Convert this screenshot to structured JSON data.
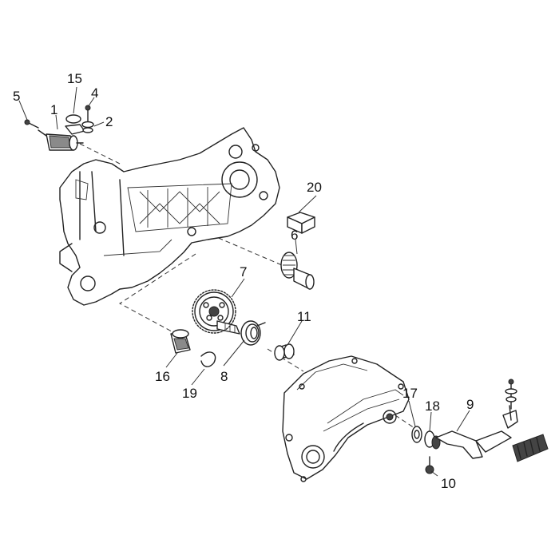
{
  "diagram": {
    "type": "exploded-parts-diagram",
    "callouts": [
      {
        "id": "p1",
        "label": "1"
      },
      {
        "id": "p2",
        "label": "2"
      },
      {
        "id": "p4",
        "label": "4"
      },
      {
        "id": "p5",
        "label": "5"
      },
      {
        "id": "p6",
        "label": "6"
      },
      {
        "id": "p7",
        "label": "7"
      },
      {
        "id": "p8",
        "label": "8"
      },
      {
        "id": "p9",
        "label": "9"
      },
      {
        "id": "p10",
        "label": "10"
      },
      {
        "id": "p11",
        "label": "11"
      },
      {
        "id": "p15",
        "label": "15"
      },
      {
        "id": "p16",
        "label": "16"
      },
      {
        "id": "p17",
        "label": "17"
      },
      {
        "id": "p18",
        "label": "18"
      },
      {
        "id": "p19",
        "label": "19"
      },
      {
        "id": "p20",
        "label": "20"
      }
    ],
    "components": [
      {
        "name": "starter-motor-icon"
      },
      {
        "name": "crankcase-icon"
      },
      {
        "name": "starter-gear-icon"
      },
      {
        "name": "kick-starter-cover-icon"
      },
      {
        "name": "kick-lever-icon"
      },
      {
        "name": "spring-icon"
      }
    ]
  }
}
